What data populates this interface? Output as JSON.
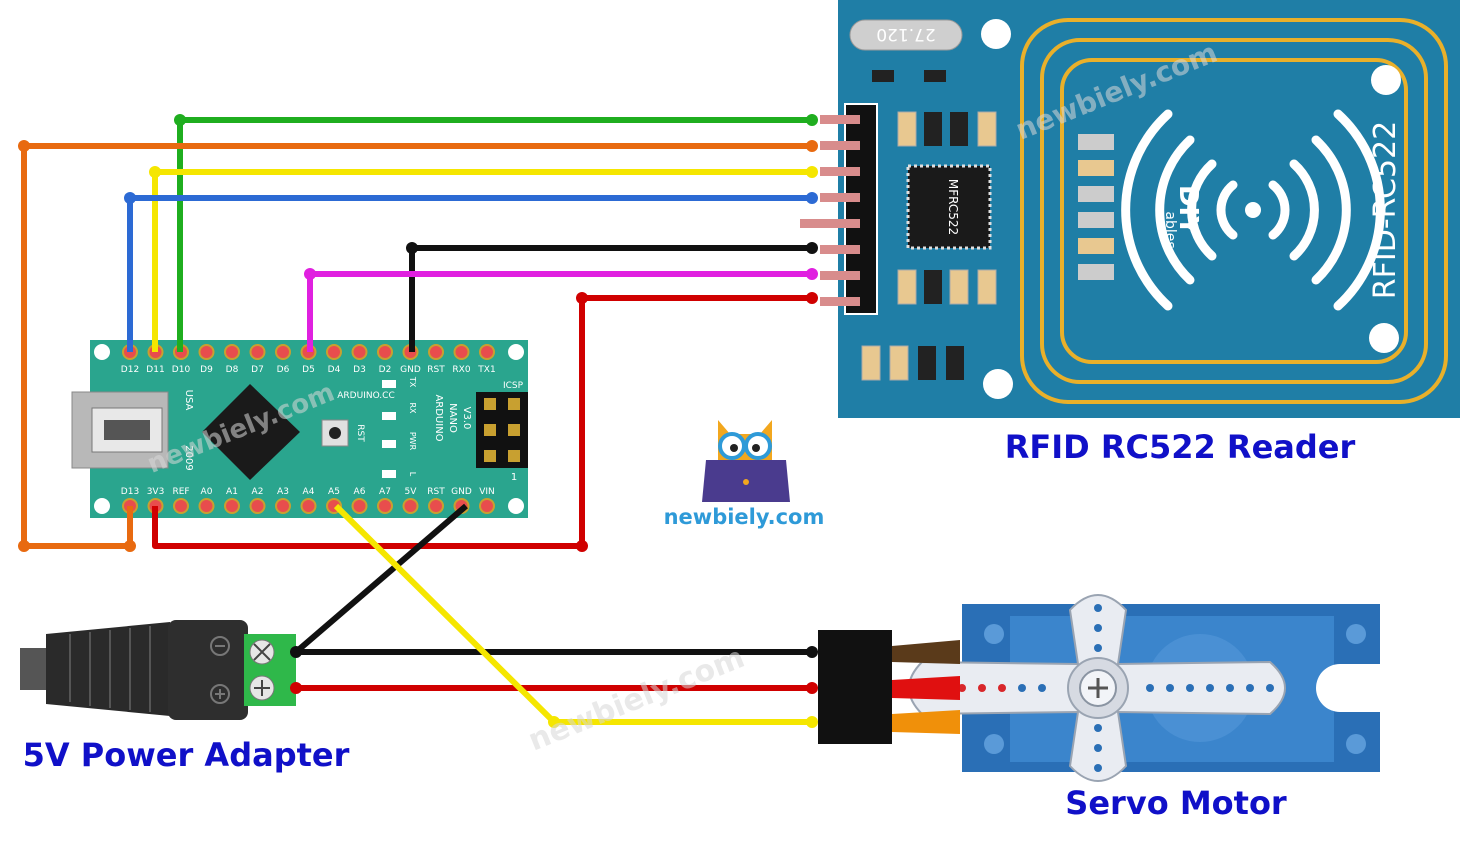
{
  "labels": {
    "rfid": "RFID RC522 Reader",
    "power": "5V Power Adapter",
    "servo": "Servo Motor",
    "logo_text": "newbiely.com"
  },
  "watermark": "newbiely.com",
  "arduino": {
    "top_pins": [
      "D12",
      "D11",
      "D10",
      "D9",
      "D8",
      "D7",
      "D6",
      "D5",
      "D4",
      "D3",
      "D2",
      "GND",
      "RST",
      "RX0",
      "TX1"
    ],
    "bottom_pins": [
      "D13",
      "3V3",
      "REF",
      "A0",
      "A1",
      "A2",
      "A3",
      "A4",
      "A5",
      "A6",
      "A7",
      "5V",
      "RST",
      "GND",
      "VIN"
    ],
    "brand": "ARDUINO.CC",
    "model_1": "ARDUINO",
    "model_2": "NANO",
    "model_3": "V3.0",
    "usa": "USA",
    "year": "2009",
    "rst": "RST",
    "icsp": "ICSP",
    "led_tx": "TX",
    "led_rx": "RX",
    "led_pwr": "PWR",
    "led_l": "L",
    "one": "1"
  },
  "rfid_board": {
    "crystal": "27.120",
    "chip": "MFRC522",
    "name": "RFID-RC522",
    "brand_1": "DIY",
    "brand_2": "ables"
  },
  "colors": {
    "board": "#2aa58e",
    "rfid_board": "#1f7ea6",
    "servo": "#2a6fb6",
    "label": "#1010c8",
    "wire_green": "#1fae1f",
    "wire_orange": "#e86a10",
    "wire_yellow": "#f5e600",
    "wire_blue": "#2c6ad4",
    "wire_black": "#111111",
    "wire_magenta": "#e020e0",
    "wire_red": "#d00000"
  }
}
